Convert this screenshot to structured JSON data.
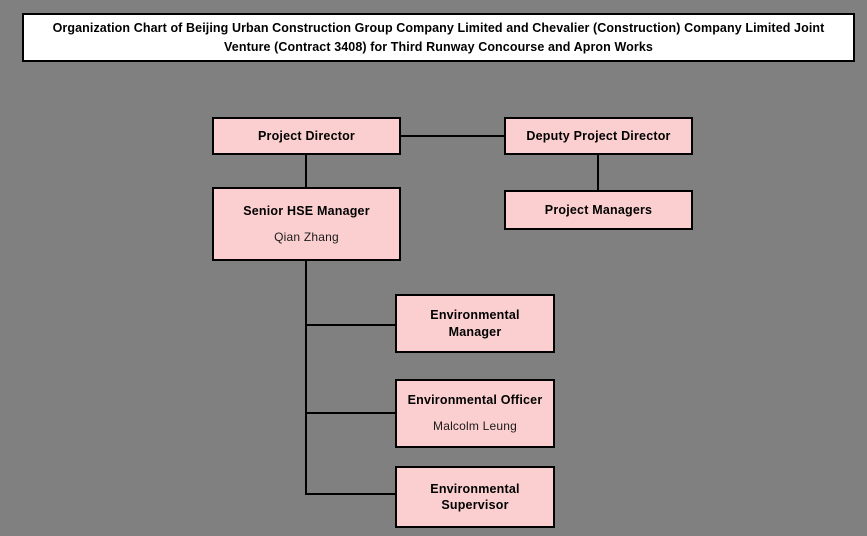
{
  "chart_data": {
    "type": "diagram",
    "diagram_kind": "organization-chart",
    "title": "Organization Chart of Beijing Urban Construction Group Company Limited and Chevalier (Construction) Company Limited Joint Venture (Contract 3408) for Third Runway Concourse and Apron Works",
    "colors": {
      "background": "#808080",
      "node_fill": "#fbcfcf",
      "node_border": "#000000",
      "title_fill": "#ffffff",
      "text": "#000000",
      "connector": "#000000"
    },
    "nodes": [
      {
        "id": "project-director",
        "role": "Project Director",
        "person": ""
      },
      {
        "id": "deputy-project-director",
        "role": "Deputy Project Director",
        "person": ""
      },
      {
        "id": "project-managers",
        "role": "Project Managers",
        "person": ""
      },
      {
        "id": "senior-hse-manager",
        "role": "Senior HSE Manager",
        "person": "Qian Zhang"
      },
      {
        "id": "environmental-manager",
        "role": "Environmental Manager",
        "person": ""
      },
      {
        "id": "environmental-officer",
        "role": "Environmental Officer",
        "person": "Malcolm Leung"
      },
      {
        "id": "environmental-supervisor",
        "role": "Environmental Supervisor",
        "person": ""
      }
    ],
    "edges": [
      {
        "from": "project-director",
        "to": "deputy-project-director",
        "style": "horizontal"
      },
      {
        "from": "project-director",
        "to": "senior-hse-manager",
        "style": "vertical"
      },
      {
        "from": "deputy-project-director",
        "to": "project-managers",
        "style": "vertical"
      },
      {
        "from": "senior-hse-manager",
        "to": "environmental-manager",
        "style": "elbow"
      },
      {
        "from": "senior-hse-manager",
        "to": "environmental-officer",
        "style": "elbow"
      },
      {
        "from": "senior-hse-manager",
        "to": "environmental-supervisor",
        "style": "elbow"
      }
    ]
  },
  "title": {
    "line1": "Organization Chart of Beijing Urban Construction Group Company Limited and Chevalier (Construction) Company Limited Joint",
    "line2": "Venture (Contract 3408) for Third Runway Concourse and Apron Works"
  },
  "nodes": {
    "project_director": {
      "role": "Project Director"
    },
    "deputy_project_director": {
      "role": "Deputy Project Director"
    },
    "project_managers": {
      "role": "Project Managers"
    },
    "senior_hse_manager": {
      "role": "Senior HSE Manager",
      "person": "Qian Zhang"
    },
    "environmental_manager": {
      "role_line1": "Environmental",
      "role_line2": "Manager"
    },
    "environmental_officer": {
      "role": "Environmental Officer",
      "person": "Malcolm Leung"
    },
    "environmental_supervisor": {
      "role_line1": "Environmental",
      "role_line2": "Supervisor"
    }
  }
}
